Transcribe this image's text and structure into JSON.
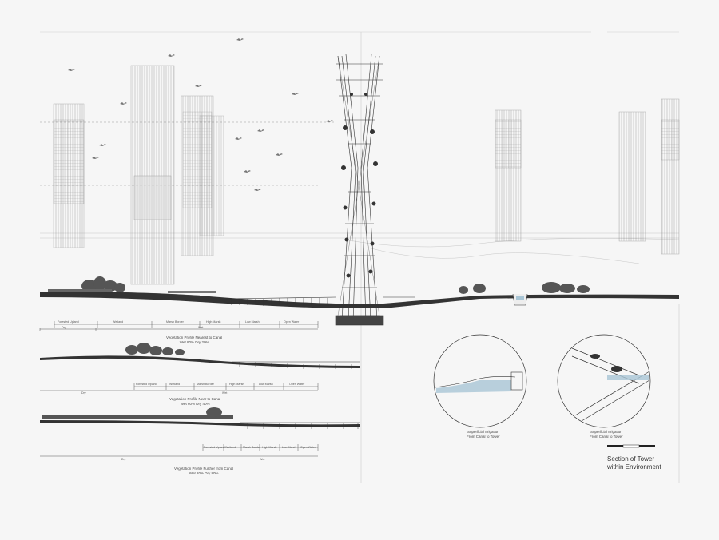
{
  "main_section": {
    "zones": [
      "Forested Upland",
      "Wetland",
      "Marsh Border",
      "High Marsh",
      "Low Marsh",
      "Open Water"
    ],
    "wet_label": "Wet",
    "dry_label": "Dry"
  },
  "profile_1": {
    "zones": [
      "Forested Upland",
      "Wetland",
      "Marsh Border",
      "High Marsh",
      "Low Marsh",
      "Open Water"
    ],
    "dry_label": "Dry",
    "wet_label": "Wet",
    "caption_line1": "Vegetation Profile Nearest to Canal",
    "caption_line2": "Wet 80% Dry 20%"
  },
  "profile_2": {
    "zones": [
      "Forested Upland",
      "Wetland",
      "Marsh Border",
      "High Marsh",
      "Low Marsh",
      "Open Water"
    ],
    "dry_label": "Dry",
    "wet_label": "Wet",
    "caption_line1": "Vegetation Profile Near to Canal",
    "caption_line2": "Wet 60% Dry 40%"
  },
  "profile_3": {
    "zones": [
      "Forested Upland",
      "Wetland",
      "Marsh Border",
      "High Marsh",
      "Low Marsh",
      "Open Water"
    ],
    "dry_label": "Dry",
    "wet_label": "Wet",
    "caption_line1": "Vegetation Profile Further from Canal",
    "caption_line2": "Wet 20% Dry 80%"
  },
  "detail_left": {
    "caption_line1": "Superficial Irrigation",
    "caption_line2": "From Canal to Tower"
  },
  "detail_right": {
    "caption_line1": "Superficial Irrigation",
    "caption_line2": "From Canal to Tower"
  },
  "title": {
    "line1": "Section of Tower",
    "line2": "within Environment"
  },
  "colors": {
    "background": "#f6f6f6",
    "line": "#333333",
    "water": "#a9c6d6"
  }
}
